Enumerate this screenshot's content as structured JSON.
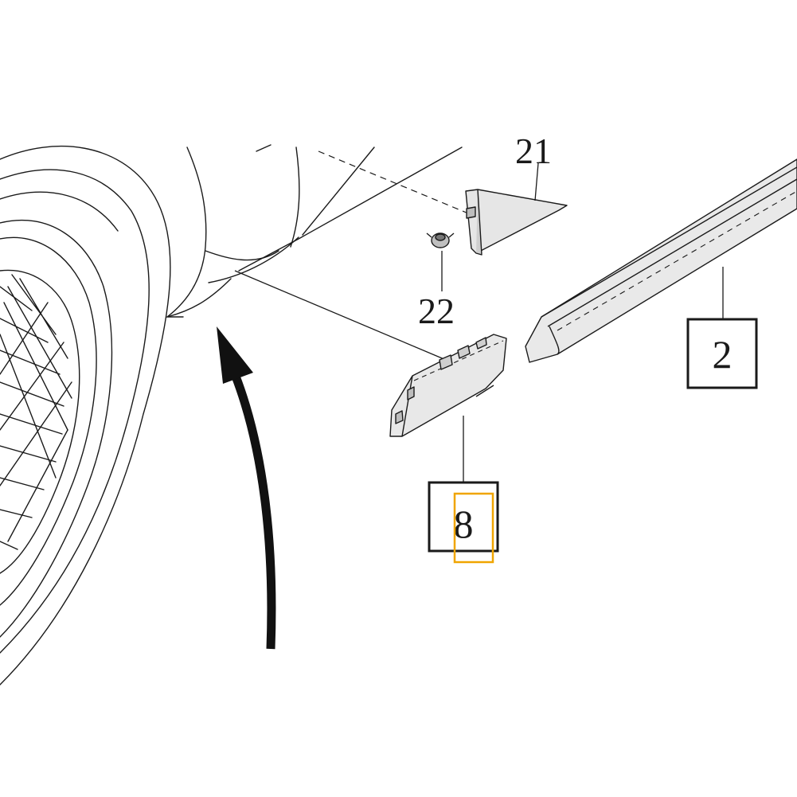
{
  "diagram": {
    "callouts": [
      {
        "id": "21",
        "label": "21",
        "boxed": false
      },
      {
        "id": "22",
        "label": "22",
        "boxed": false
      },
      {
        "id": "2",
        "label": "2",
        "boxed": true
      },
      {
        "id": "8",
        "label": "8",
        "boxed": true,
        "highlighted": true
      }
    ],
    "colors": {
      "line": "#1a1a1a",
      "part_fill": "#e6e6e6",
      "highlight": "#f0a500"
    },
    "icons": [
      "curved-arrow-icon"
    ]
  }
}
